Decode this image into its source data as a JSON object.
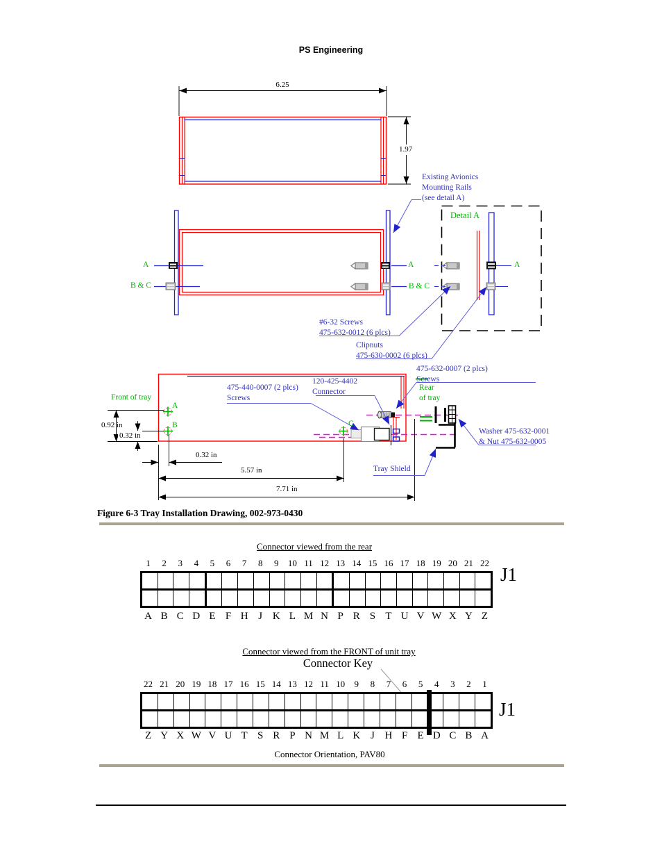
{
  "page": {
    "header": "PS Engineering",
    "figure_caption": "Figure 6-3 Tray Installation Drawing, 002-973-0430"
  },
  "drawing": {
    "dimensions": {
      "tray_width": "6.25",
      "tray_height": "1.97",
      "hole_a_height": "0.92 in",
      "hole_b_height": "0.32 in",
      "hole_offset": "0.32 in",
      "connector_distance": "5.57 in",
      "tray_length": "7.71 in"
    },
    "labels": {
      "existing_rails": "Existing Avionics\nMounting Rails\n(see detail A)",
      "detail_a": "Detail A",
      "front_of_tray": "Front of tray",
      "rear_of_tray": "Rear\nof tray",
      "point_a": "A",
      "point_b": "B",
      "point_c": "C",
      "row_a_left": "A",
      "row_bc_left": "B & C",
      "row_a_right": "A",
      "row_bc_right": "B & C",
      "detail_row_a": "A"
    },
    "annotations": {
      "screws_632": "#6-32 Screws\n475-632-0012 (6 plcs)",
      "clipnuts": "Clipnuts\n475-630-0002 (6 plcs)",
      "rear_screws": "475-632-0007 (2 plcs)\nScrews",
      "connector": "120-425-4402\nConnector",
      "front_screws": "475-440-0007 (2 plcs)\nScrews",
      "washer_nut": "Washer 475-632-0001\n& Nut 475-632-0005",
      "tray_shield": "Tray Shield"
    }
  },
  "connectors": {
    "rear": {
      "title": "Connector viewed from the rear",
      "designator": "J1",
      "numbers": [
        "1",
        "2",
        "3",
        "4",
        "5",
        "6",
        "7",
        "8",
        "9",
        "10",
        "11",
        "12",
        "13",
        "14",
        "15",
        "16",
        "17",
        "18",
        "19",
        "20",
        "21",
        "22"
      ],
      "letters": [
        "A",
        "B",
        "C",
        "D",
        "E",
        "F",
        "H",
        "J",
        "K",
        "L",
        "M",
        "N",
        "P",
        "R",
        "S",
        "T",
        "U",
        "V",
        "W",
        "X",
        "Y",
        "Z"
      ],
      "group_dividers_after": [
        4,
        12
      ]
    },
    "front": {
      "title": "Connector viewed from the FRONT of unit tray",
      "subtitle": "Connector Key",
      "designator": "J1",
      "numbers": [
        "22",
        "21",
        "20",
        "19",
        "18",
        "17",
        "16",
        "15",
        "14",
        "13",
        "12",
        "11",
        "10",
        "9",
        "8",
        "7",
        "6",
        "5",
        "4",
        "3",
        "2",
        "1"
      ],
      "letters": [
        "Z",
        "Y",
        "X",
        "W",
        "V",
        "U",
        "T",
        "S",
        "R",
        "P",
        "N",
        "M",
        "L",
        "K",
        "J",
        "H",
        "F",
        "E",
        "D",
        "C",
        "B",
        "A"
      ],
      "group_dividers_after": [],
      "key_bar_after_column": 18,
      "caption": "Connector Orientation, PAV80"
    }
  },
  "colors": {
    "tray_outline": "#ff0000",
    "rails": "#2222cc",
    "callout_text": "#3333bb",
    "reference_labels": "#00b400",
    "centerline": "#ff00ff",
    "section_rule": "#a9a492"
  }
}
